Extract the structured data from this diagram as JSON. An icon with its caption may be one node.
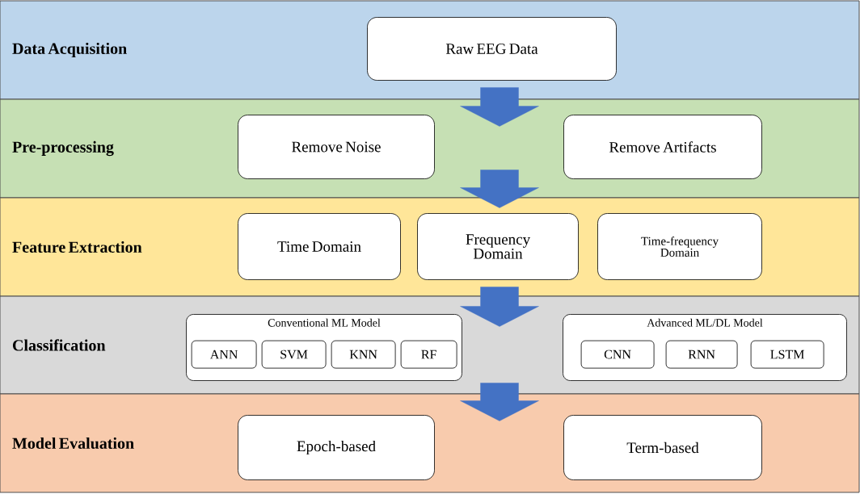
{
  "diagram": {
    "nodes": [
      {
        "text": [
          "Data Acquisition"
        ]
      },
      {
        "text": [
          "Pre-processing"
        ]
      },
      {
        "text": [
          "Feature Extraction"
        ]
      },
      {
        "text": [
          "Classification"
        ]
      },
      {
        "text": [
          "Model Evaluation"
        ]
      },
      {
        "text": [
          "Raw EEG Data"
        ],
        "in": 0
      },
      {
        "text": [
          "Remove Noise"
        ],
        "in": 1
      },
      {
        "text": [
          "Remove Artifacts"
        ],
        "in": 1
      },
      {
        "text": [
          "Time Domain"
        ],
        "in": 2
      },
      {
        "text": [
          "Frequency Domain"
        ],
        "in": 2
      },
      {
        "text": [
          "Time-frequency Domain"
        ],
        "in": 2
      },
      {
        "text": [
          "Conventional ML Model"
        ],
        "in": 3
      },
      {
        "text": [
          "ANN"
        ],
        "in": 11
      },
      {
        "text": [
          "SVM"
        ],
        "in": 11
      },
      {
        "text": [
          "KNN"
        ],
        "in": 11
      },
      {
        "text": [
          "RF"
        ],
        "in": 11
      },
      {
        "text": [
          "Advanced ML/DL Model"
        ],
        "in": 3
      },
      {
        "text": [
          "CNN"
        ],
        "in": 16
      },
      {
        "text": [
          "RNN"
        ],
        "in": 16
      },
      {
        "text": [
          "LSTM"
        ],
        "in": 16
      },
      {
        "text": [
          "Epoch-based"
        ],
        "in": 4
      },
      {
        "text": [
          "Term-based"
        ],
        "in": 4
      }
    ],
    "edges": [
      {
        "from": 0,
        "to": 1,
        "arrow": "to"
      },
      {
        "from": 1,
        "to": 2,
        "arrow": "to"
      },
      {
        "from": 2,
        "to": 3,
        "arrow": "to"
      },
      {
        "from": 3,
        "to": 4,
        "arrow": "to"
      }
    ]
  }
}
